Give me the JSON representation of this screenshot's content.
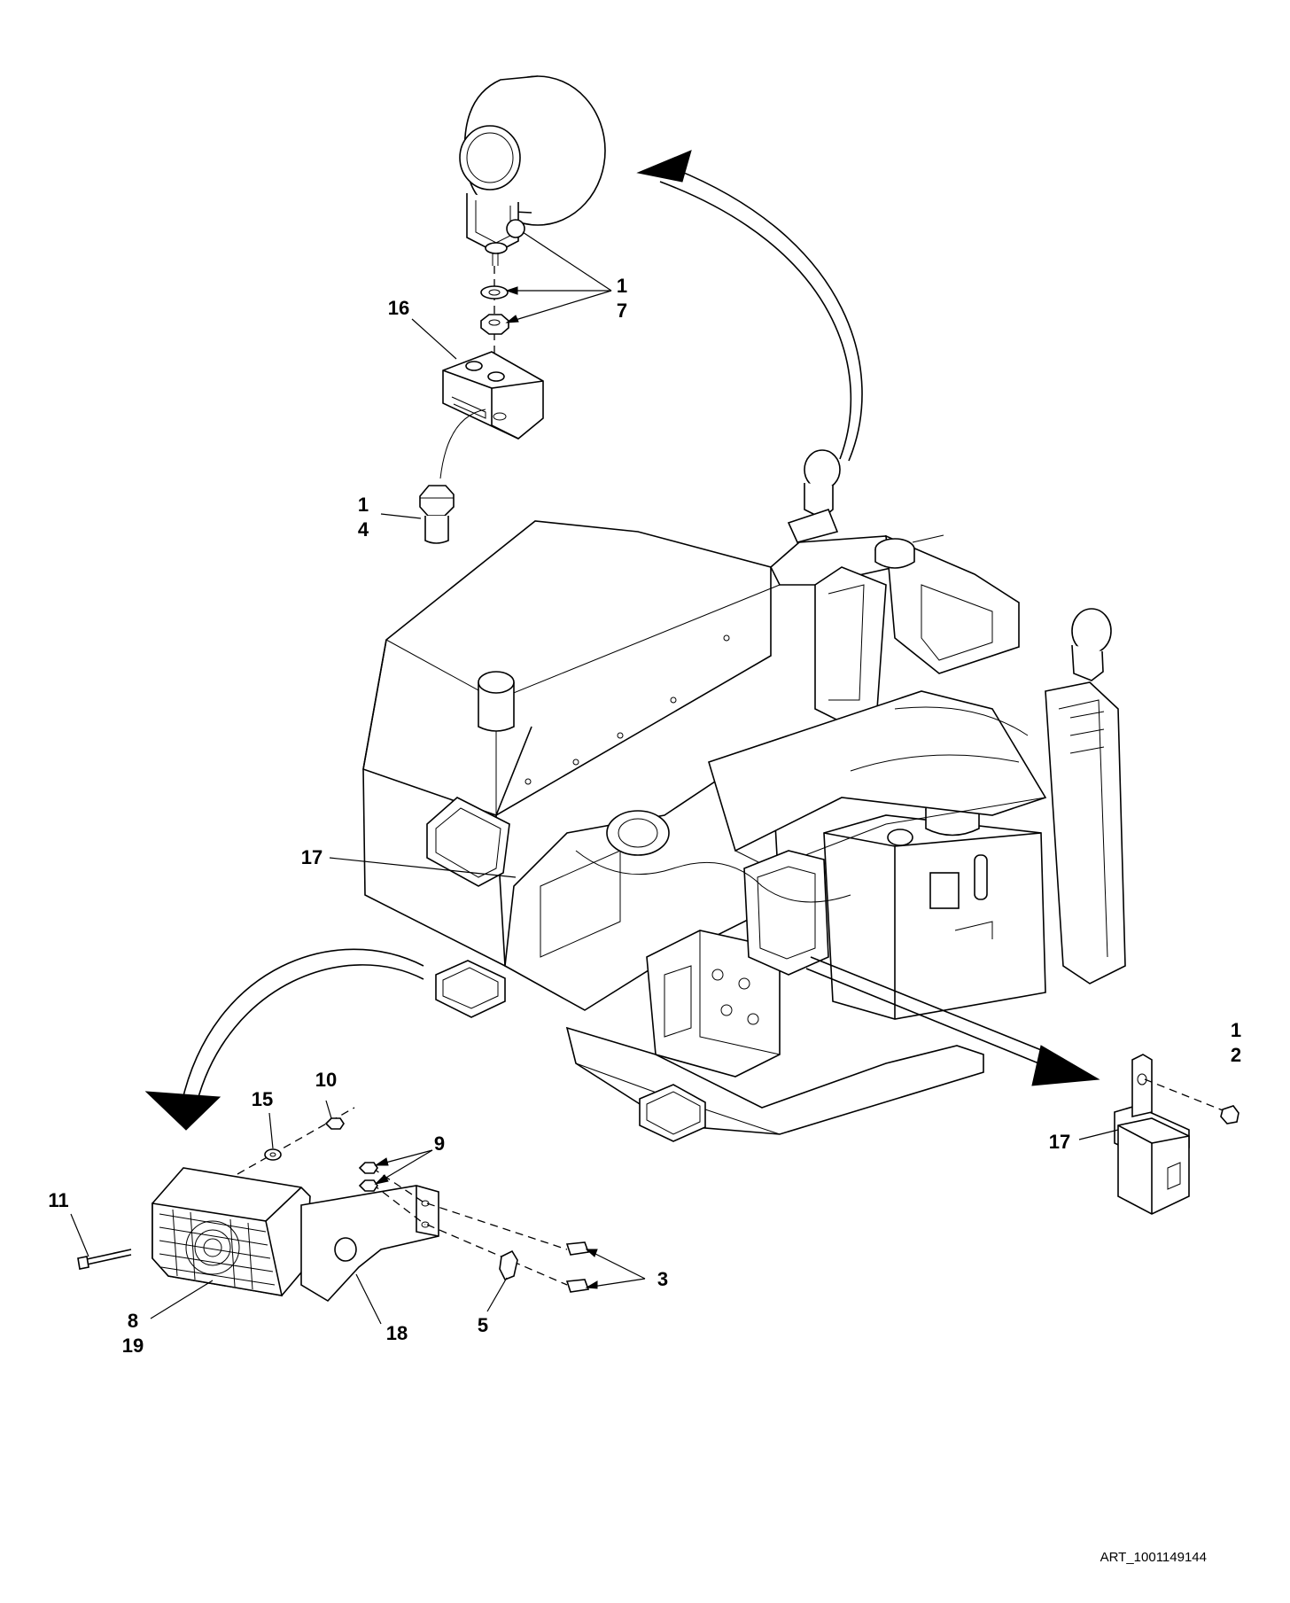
{
  "art_number": "ART_1001149144",
  "callouts": {
    "c_1_7_item": "1",
    "c_1_7_qty": "7",
    "c_16": "16",
    "c_1_4_item": "1",
    "c_1_4_qty": "4",
    "c_17_left": "17",
    "c_1_2_item": "1",
    "c_1_2_qty": "2",
    "c_17_right": "17",
    "c_15": "15",
    "c_10": "10",
    "c_9": "9",
    "c_11": "11",
    "c_3": "3",
    "c_8": "8",
    "c_19": "19",
    "c_18": "18",
    "c_5": "5"
  }
}
